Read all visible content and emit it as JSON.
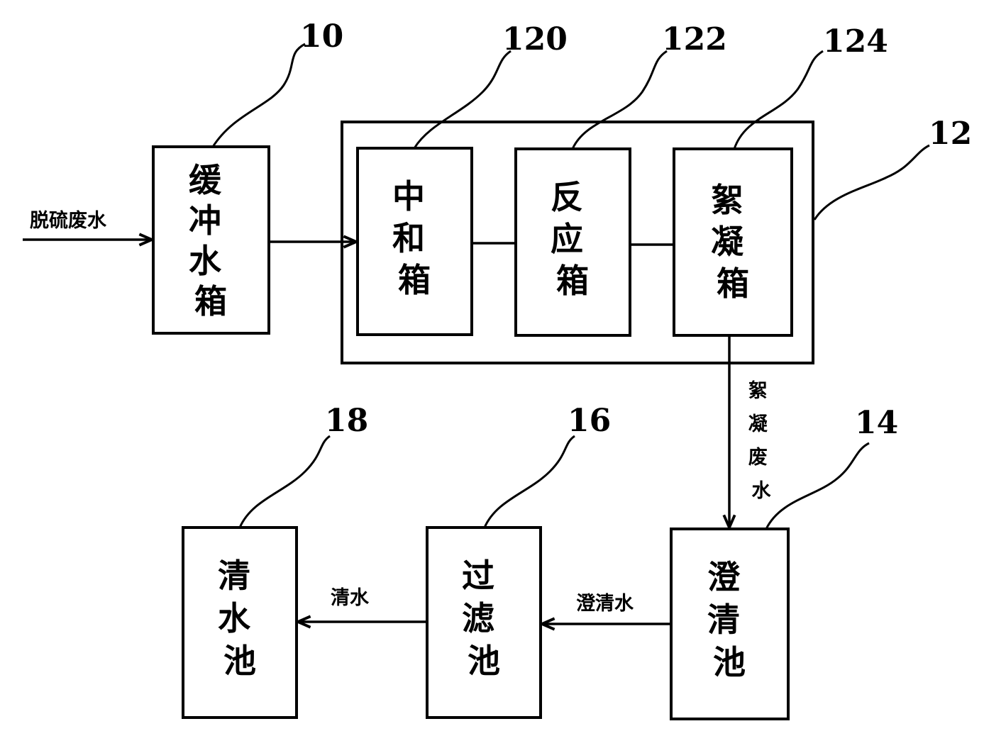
{
  "boxes": {
    "buffer": "缓冲水箱",
    "neutral": "中和箱",
    "reaction": "反应箱",
    "floc": "絮凝箱",
    "clarifier": "澄清池",
    "filter": "过滤池",
    "clear": "清水池"
  },
  "flows": {
    "inlet": "脱硫废水",
    "floc_water": "絮凝废水",
    "clarified": "澄清水",
    "clean": "清水"
  },
  "refs": {
    "r10": "10",
    "r120": "120",
    "r122": "122",
    "r124": "124",
    "r12": "12",
    "r14": "14",
    "r16": "16",
    "r18": "18"
  }
}
